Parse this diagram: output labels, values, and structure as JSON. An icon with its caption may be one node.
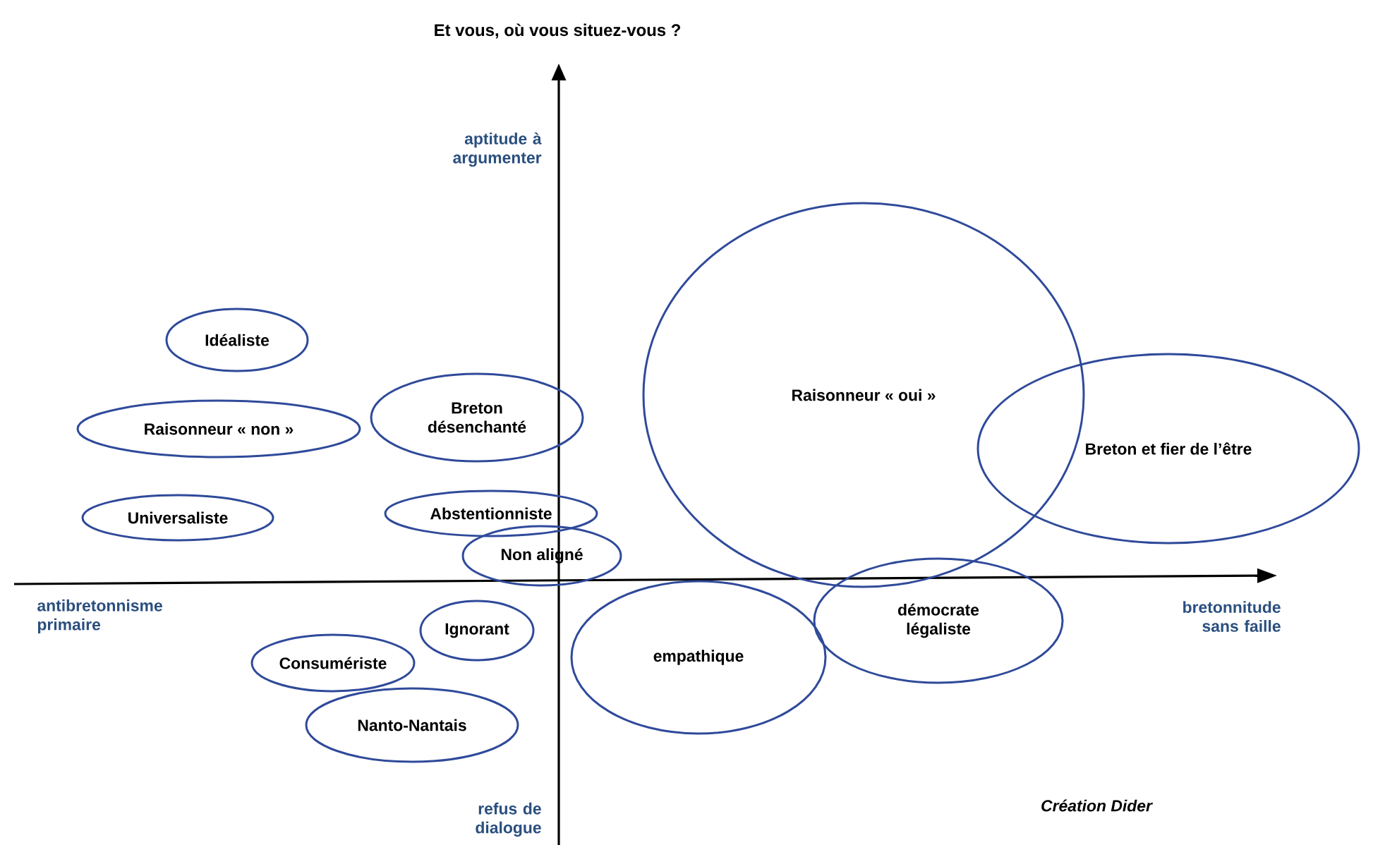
{
  "diagram": {
    "title": "Et vous, où vous situez-vous ?",
    "nodes": [
      {
        "text": [
          "Idéaliste"
        ]
      },
      {
        "text": [
          "Raisonneur « non »"
        ]
      },
      {
        "text": [
          "Breton désenchanté"
        ]
      },
      {
        "text": [
          "Raisonneur « oui »"
        ]
      },
      {
        "text": [
          "Breton et fier de l’être"
        ]
      },
      {
        "text": [
          "Universaliste"
        ]
      },
      {
        "text": [
          "Abstentionniste"
        ]
      },
      {
        "text": [
          "Non aligné"
        ]
      },
      {
        "text": [
          "Ignorant"
        ]
      },
      {
        "text": [
          "empathique"
        ]
      },
      {
        "text": [
          "démocrate légaliste"
        ]
      },
      {
        "text": [
          "Consumériste"
        ]
      },
      {
        "text": [
          "Nanto-Nantais"
        ]
      }
    ],
    "labels": [
      "aptitude à argumenter",
      "antibretonnisme primaire",
      "bretonnitude sans faille",
      "refus de dialogue",
      "Création Dider"
    ]
  }
}
